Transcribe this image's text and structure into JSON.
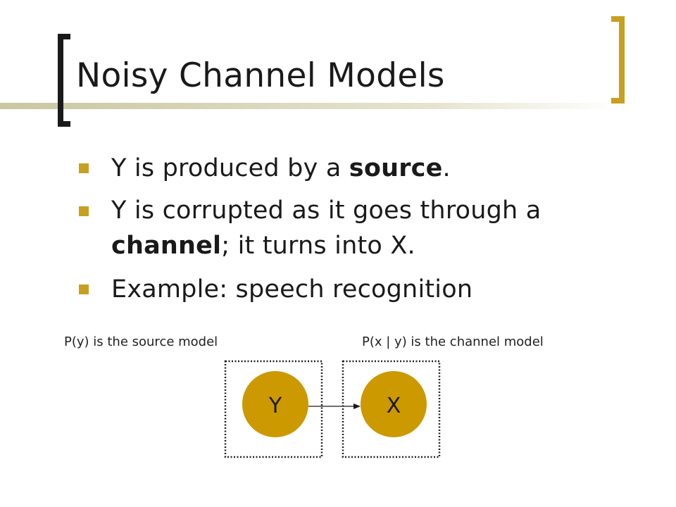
{
  "slide": {
    "title": "Noisy Channel Models",
    "bullets": [
      {
        "parts": [
          {
            "text": "Y is produced by a ",
            "bold": false
          },
          {
            "text": "source",
            "bold": true
          },
          {
            "text": ".",
            "bold": false
          }
        ]
      },
      {
        "parts": [
          {
            "text": "Y is corrupted as it goes through a ",
            "bold": false
          },
          {
            "text": "channel",
            "bold": true
          },
          {
            "text": "; it turns into X.",
            "bold": false
          }
        ]
      },
      {
        "parts": [
          {
            "text": "Example:  speech recognition",
            "bold": false
          }
        ]
      }
    ]
  },
  "diagram": {
    "source_caption": "P(y) is the source model",
    "channel_caption": "P(x | y) is the channel model",
    "node_source_label": "Y",
    "node_channel_label": "X",
    "edges": [
      {
        "from": "Y",
        "to": "X"
      }
    ]
  },
  "colors": {
    "accent_gold": "#c8a020",
    "node_fill": "#cc9900",
    "title_bar_gradient_end": "#e8e6d0",
    "text": "#1a1a1a"
  }
}
